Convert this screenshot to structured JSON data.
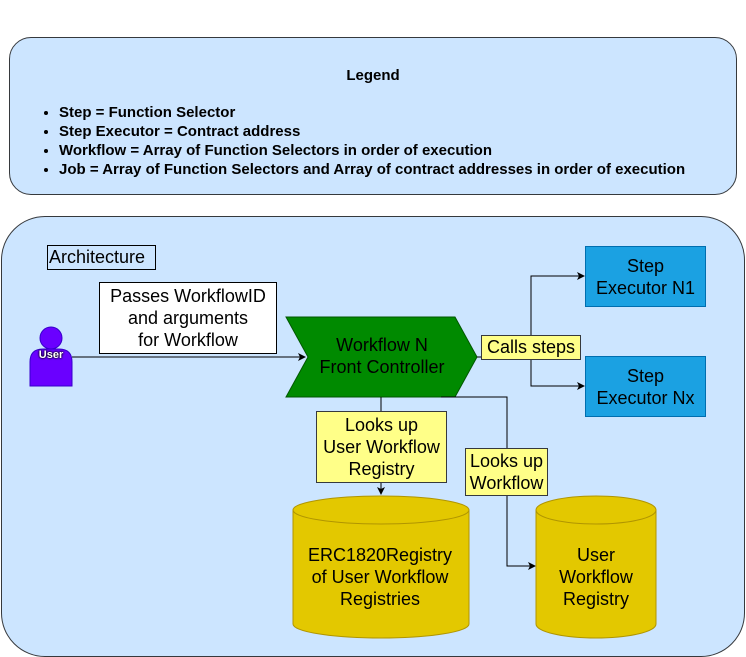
{
  "legend": {
    "title": "Legend",
    "items": [
      "Step = Function Selector",
      "Step Executor = Contract address",
      "Workflow = Array of Function Selectors in order of execution",
      "Job = Array of Function Selectors and Array of contract addresses in order of execution"
    ]
  },
  "architecture": {
    "label": "Architecture",
    "user": {
      "label": "User",
      "icon": "user-icon",
      "color": "#6a00ff"
    },
    "passes_label": [
      "Passes WorkflowID",
      "and arguments",
      "for Workflow"
    ],
    "front_controller": {
      "lines": [
        "Workflow N",
        "Front Controller"
      ],
      "color": "#008a00"
    },
    "calls_label": "Calls steps",
    "step_executors": [
      {
        "lines": [
          "Step",
          "Executor N1"
        ]
      },
      {
        "lines": [
          "Step",
          "Executor Nx"
        ]
      }
    ],
    "lookup_registry_label": [
      "Looks up",
      "User Workflow",
      "Registry"
    ],
    "lookup_workflow_label": [
      "Looks up",
      "Workflow"
    ],
    "erc_registry": {
      "lines": [
        "ERC1820Registry",
        "of User Workflow",
        "Registries"
      ]
    },
    "user_registry": {
      "lines": [
        "User",
        "Workflow",
        "Registry"
      ]
    },
    "colors": {
      "panel": "#cce5ff",
      "note": "#ffff88",
      "step": "#1ba1e2",
      "cylinder": "#e3c800"
    }
  }
}
